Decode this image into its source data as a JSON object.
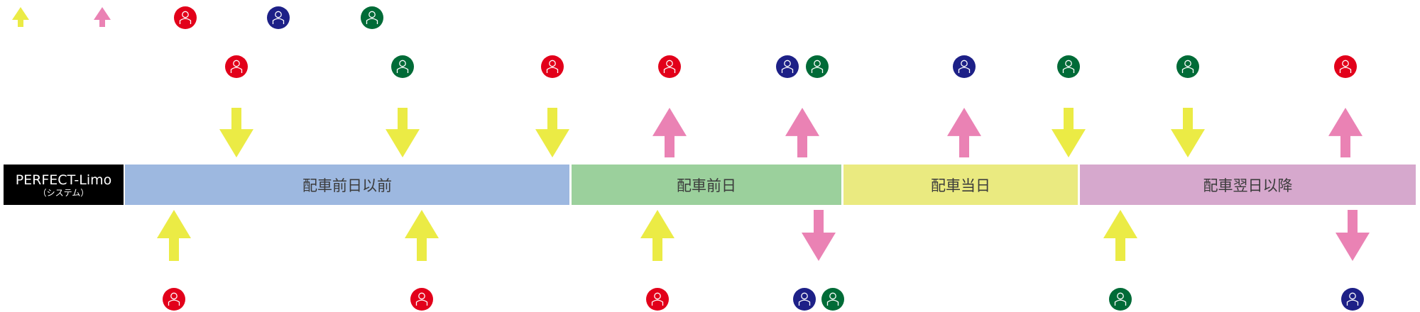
{
  "system": {
    "name": "PERFECT-Limo",
    "sub": "（システム）"
  },
  "colors": {
    "arrow_yellow": "#ebeb45",
    "arrow_pink": "#ea82b4",
    "person_red": "#e2001a",
    "person_blue": "#1d2087",
    "person_green": "#006b37"
  },
  "phases": [
    {
      "label": "配車前日以前",
      "color": "#9db8e0"
    },
    {
      "label": "配車前日",
      "color": "#9bd09c"
    },
    {
      "label": "配車当日",
      "color": "#eaea80"
    },
    {
      "label": "配車翌日以降",
      "color": "#d6a8cd"
    }
  ],
  "legend": [
    {
      "kind": "arrow",
      "color": "yellow",
      "direction": "up"
    },
    {
      "kind": "arrow",
      "color": "pink",
      "direction": "up"
    },
    {
      "kind": "person",
      "color": "red"
    },
    {
      "kind": "person",
      "color": "blue"
    },
    {
      "kind": "person",
      "color": "green"
    }
  ],
  "top_flows": [
    {
      "persons": [
        "red"
      ],
      "arrow": "yellow",
      "direction": "down"
    },
    {
      "persons": [
        "green"
      ],
      "arrow": "yellow",
      "direction": "down"
    },
    {
      "persons": [
        "red"
      ],
      "arrow": "yellow",
      "direction": "down"
    },
    {
      "persons": [
        "red"
      ],
      "arrow": "pink",
      "direction": "up"
    },
    {
      "persons": [
        "blue",
        "green"
      ],
      "arrow": "pink",
      "direction": "up"
    },
    {
      "persons": [
        "blue"
      ],
      "arrow": "pink",
      "direction": "up"
    },
    {
      "persons": [
        "green"
      ],
      "arrow": "yellow",
      "direction": "down"
    },
    {
      "persons": [
        "green"
      ],
      "arrow": "yellow",
      "direction": "down"
    },
    {
      "persons": [
        "red"
      ],
      "arrow": "pink",
      "direction": "up"
    }
  ],
  "bottom_flows": [
    {
      "persons": [
        "red"
      ],
      "arrow": "yellow",
      "direction": "up"
    },
    {
      "persons": [
        "red"
      ],
      "arrow": "yellow",
      "direction": "up"
    },
    {
      "persons": [
        "red"
      ],
      "arrow": "yellow",
      "direction": "up"
    },
    {
      "persons": [
        "blue",
        "green"
      ],
      "arrow": "pink",
      "direction": "down"
    },
    {
      "persons": [
        "green"
      ],
      "arrow": "yellow",
      "direction": "up"
    },
    {
      "persons": [
        "blue"
      ],
      "arrow": "pink",
      "direction": "down"
    }
  ]
}
